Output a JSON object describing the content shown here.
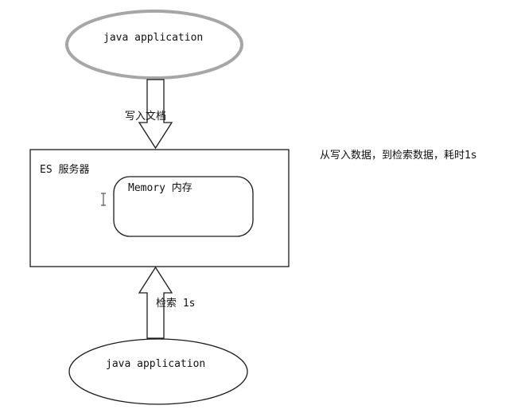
{
  "diagram": {
    "top_node": {
      "label": "java application"
    },
    "write_arrow": {
      "label": "写入文档"
    },
    "es_server": {
      "label": "ES 服务器",
      "memory": {
        "label": "Memory 内存"
      }
    },
    "read_arrow": {
      "label": "检索  1s"
    },
    "bottom_node": {
      "label": "java application"
    },
    "side_note": {
      "text": "从写入数据，到检索数据，耗时1s"
    }
  },
  "colors": {
    "top_ellipse_stroke": "#a6a6a6",
    "line": "#1a1a1a",
    "background": "#ffffff"
  }
}
